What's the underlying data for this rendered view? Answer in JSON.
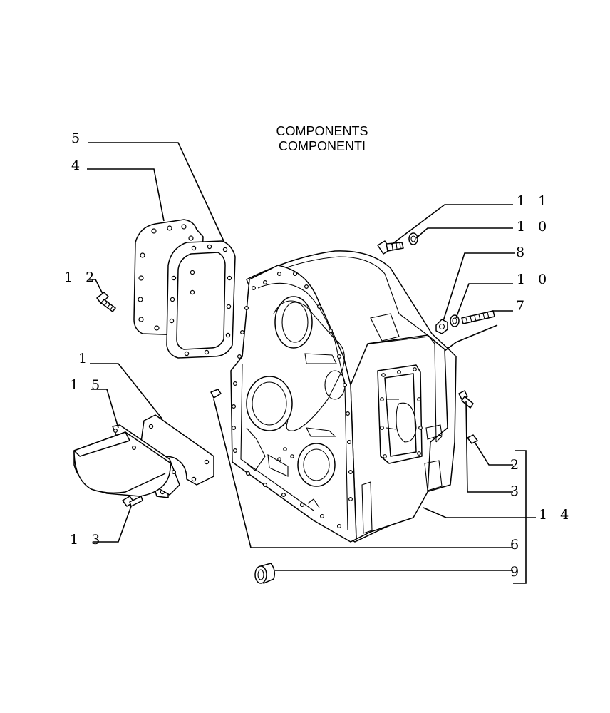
{
  "title": {
    "line1": "COMPONENTS",
    "line2": "COMPONENTI"
  },
  "callouts": {
    "c1": "1",
    "c2": "2",
    "c3": "3",
    "c4": "4",
    "c5": "5",
    "c6": "6",
    "c7": "7",
    "c8": "8",
    "c9": "9",
    "c10a": "1 0",
    "c10b": "1 0",
    "c11": "1 1",
    "c12": "1 2",
    "c13": "1 3",
    "c14": "1 4",
    "c15": "1 5"
  }
}
